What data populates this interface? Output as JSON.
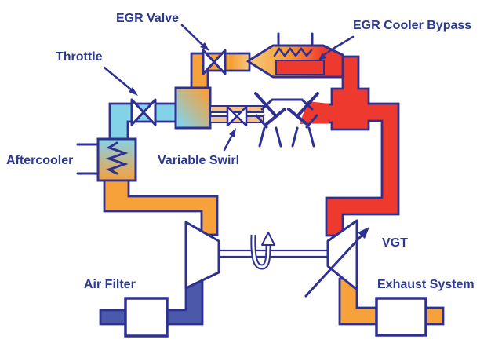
{
  "labels": {
    "egr_valve": "EGR Valve",
    "throttle": "Throttle",
    "egr_cooler_bypass": "EGR Cooler Bypass",
    "aftercooler": "Aftercooler",
    "variable_swirl": "Variable Swirl",
    "air_filter": "Air Filter",
    "vgt": "VGT",
    "exhaust_system": "Exhaust System"
  },
  "colors": {
    "outline": "#2E3192",
    "label_text": "#2B3990",
    "fresh_air_cold": "#4A59A9",
    "boost_air_hot": "#F6A13A",
    "charge_air_cooled": "#84D2E8",
    "exhaust_gas": "#EE3A2E",
    "egr_cooled": "#F8C87E",
    "intake_runner": "#F0C190",
    "white": "#FFFFFF"
  }
}
